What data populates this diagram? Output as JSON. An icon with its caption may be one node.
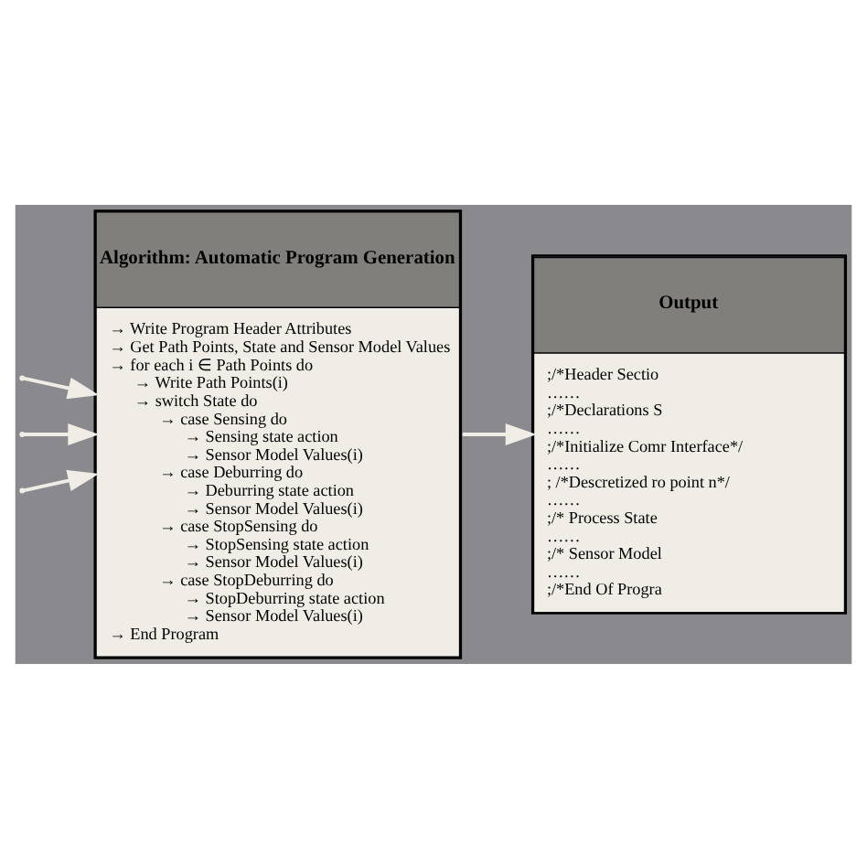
{
  "diagram": {
    "nodes": [
      {
        "text": [
          "Algorithm: Automatic Program Generation",
          "→ Write Program Header Attributes",
          "→ Get Path Points, State and Sensor Model Values",
          "→ for each i ∈ Path Points do",
          "→ Write Path Points(i)",
          "→ switch State do",
          "→ case Sensing do",
          "→ Sensing state action",
          "→ Sensor Model Values(i)",
          "→ case Deburring do",
          "→ Deburring state action",
          "→ Sensor Model Values(i)",
          "→ case StopSensing do",
          "→ StopSensing state action",
          "→ Sensor Model Values(i)",
          "→ case StopDeburring do",
          "→ StopDeburring state action",
          "→ Sensor Model Values(i)",
          "→ End Program"
        ]
      },
      {
        "text": [
          "Output",
          ";/*Header Sectio",
          "……",
          ";/*Declarations S",
          "……",
          ";/*Initialize Comr Interface*/",
          "……",
          "; /*Descretized ro point n*/",
          "……",
          ";/* Process State",
          "……",
          ";/* Sensor Model",
          "……",
          ";/*End Of Progra"
        ]
      }
    ],
    "edges": [
      {
        "from": null,
        "to": 0,
        "arrow": "to"
      },
      {
        "from": null,
        "to": 0,
        "arrow": "to"
      },
      {
        "from": null,
        "to": 0,
        "arrow": "to"
      },
      {
        "from": 0,
        "to": 1,
        "arrow": "to"
      }
    ]
  }
}
